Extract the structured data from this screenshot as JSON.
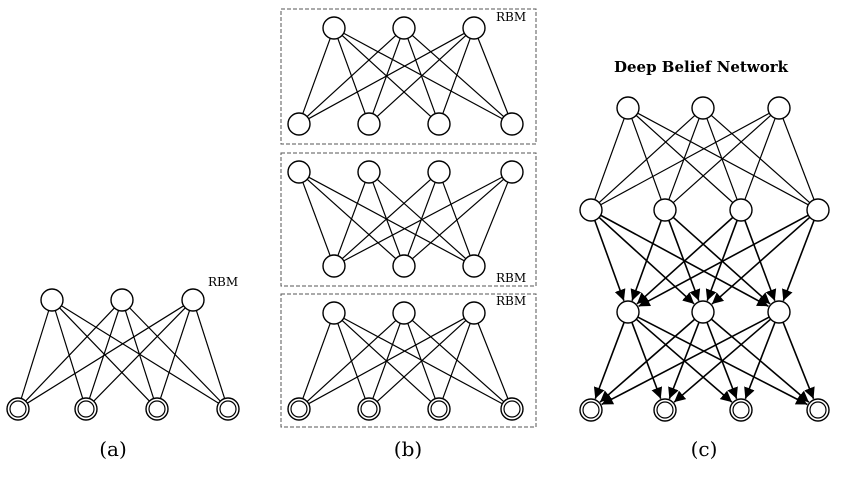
{
  "panel_a": {
    "label": "(a)",
    "rbm_label": "RBM"
  },
  "panel_b": {
    "label": "(b)",
    "rbm_labels": [
      "RBM",
      "RBM",
      "RBM"
    ]
  },
  "panel_c": {
    "label": "(c)",
    "title": "Deep Belief Network"
  }
}
